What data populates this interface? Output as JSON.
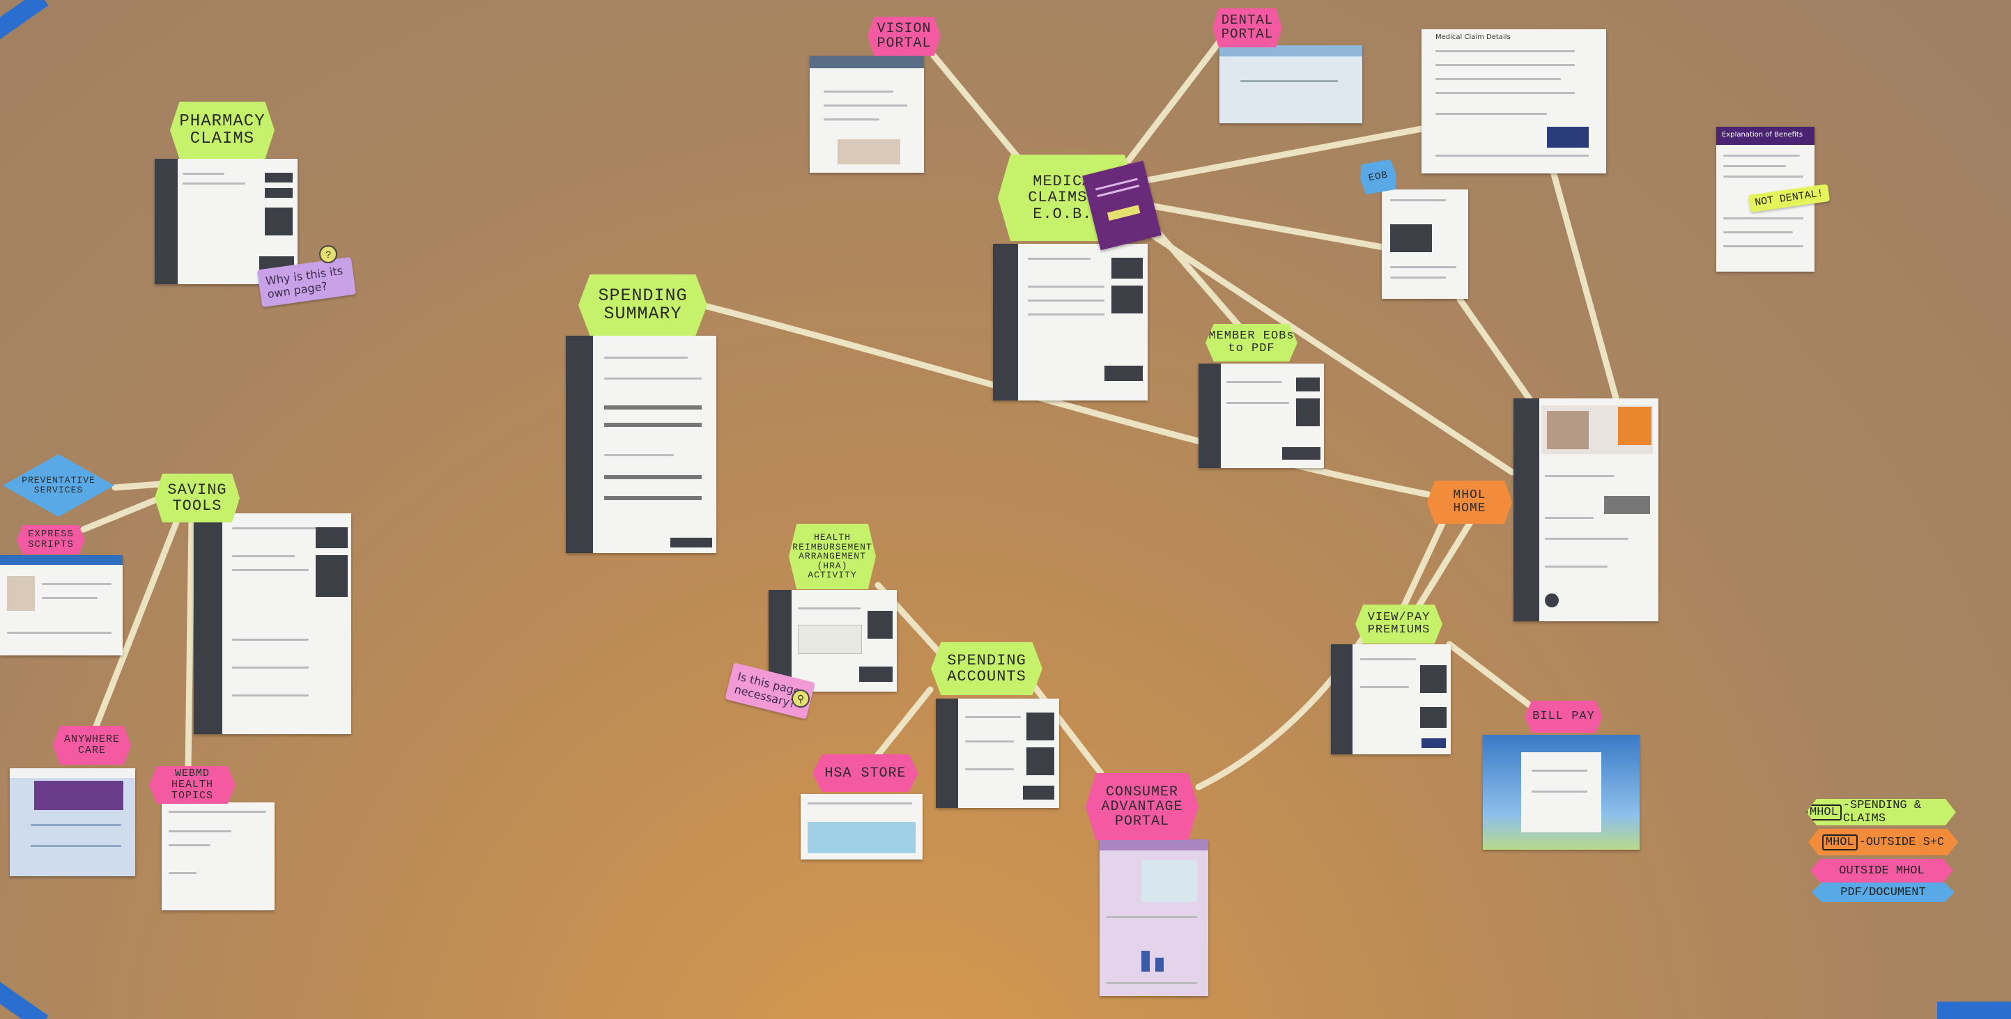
{
  "labels": {
    "pharmacy_claims": "PHARMACY CLAIMS",
    "spending_summary": "SPENDING SUMMARY",
    "vision_portal": "VISION PORTAL",
    "dental_portal": "DENTAL PORTAL",
    "medical_claims": "MEDICAL CLAIMS & E.O.B.s",
    "member_eobs": "MEMBER EOBs to PDF",
    "eob": "EOB",
    "preventative_services": "PREVENTATIVE SERVICES",
    "saving_tools": "SAVING TOOLS",
    "express_scripts": "EXPRESS SCRIPTS",
    "anywhere_care": "ANYWHERE CARE",
    "webmd": "WEBMD HEALTH TOPICS",
    "hra_activity": "HEALTH REIMBURSEMENT ARRANGEMENT (HRA) ACTIVITY",
    "spending_accounts": "SPENDING ACCOUNTS",
    "hsa_store": "HSA STORE",
    "consumer_advantage": "CONSUMER ADVANTAGE PORTAL",
    "mhol_home": "MHOL HOME",
    "view_pay_premiums": "VIEW/PAY PREMIUMS",
    "bill_pay": "BILL PAY"
  },
  "notes": {
    "own_page": "Why is this its own page?",
    "necessary": "Is this page necessary?",
    "not_dental": "NOT DENTAL!"
  },
  "documents": {
    "eob_doc_title": "Explanation of Benefits",
    "medical_claim_details": "Medical Claim Details"
  },
  "legend": {
    "spending_claims_prefix": "MHOL",
    "spending_claims_suffix": "-SPENDING & CLAIMS",
    "outside_sc_prefix": "MHOL",
    "outside_sc_suffix": "-OUTSIDE S+C",
    "outside_mhol": "OUTSIDE MHOL",
    "pdf_document": "PDF/DOCUMENT"
  },
  "colors": {
    "spending_claims": "#c6f16a",
    "outside_sc": "#f28c3a",
    "outside_mhol": "#f45aa2",
    "pdf_document": "#58a9e6"
  }
}
